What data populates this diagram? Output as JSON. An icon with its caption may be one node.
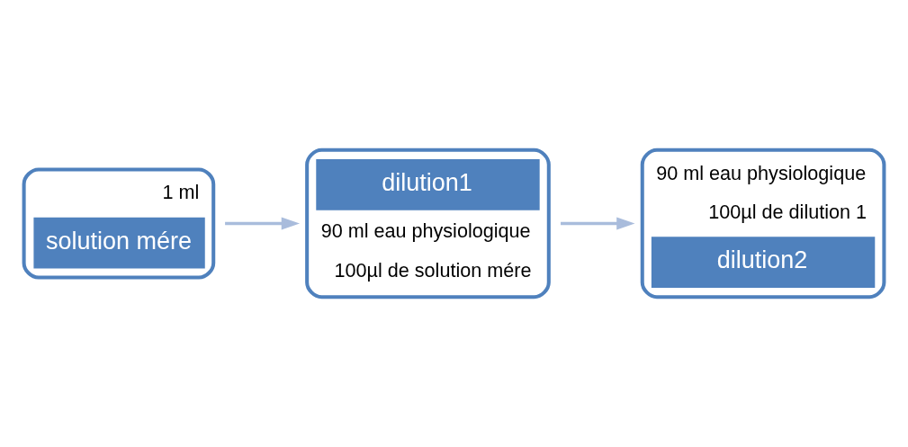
{
  "diagram": {
    "nodes": [
      {
        "text": [
          "1 ml",
          "solution mére"
        ]
      },
      {
        "text": [
          "dilution1",
          "90 ml eau physiologique",
          "100µl de solution mére"
        ]
      },
      {
        "text": [
          "90 ml eau physiologique",
          "100µl de dilution 1",
          "dilution2"
        ]
      }
    ],
    "edges": [
      {
        "from": 0,
        "to": 1,
        "arrow": "to"
      },
      {
        "from": 1,
        "to": 2,
        "arrow": "to"
      }
    ]
  }
}
